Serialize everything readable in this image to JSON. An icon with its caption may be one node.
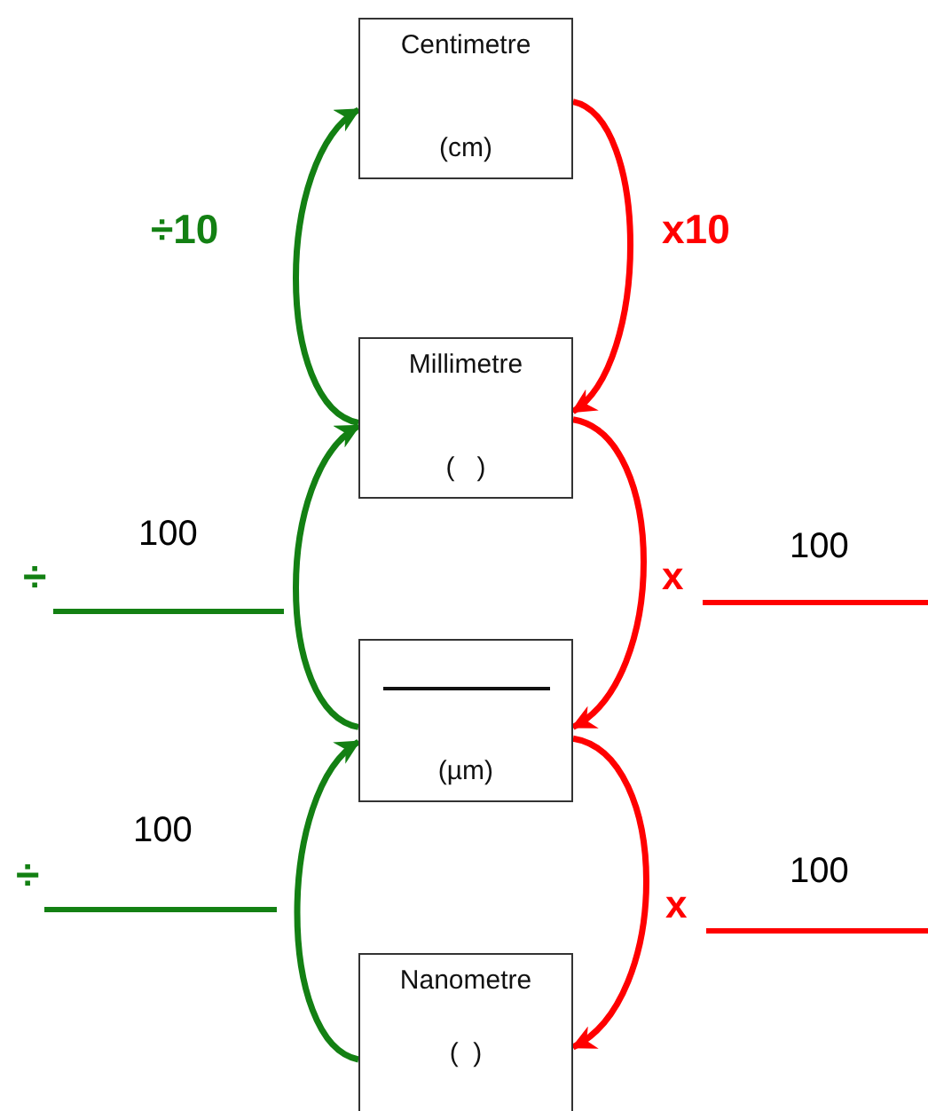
{
  "diagram": {
    "nodes": [
      {
        "text": [
          "Centimetre",
          "(cm)"
        ]
      },
      {
        "text": [
          "Millimetre",
          "(   )"
        ]
      },
      {
        "text": [
          "(µm)"
        ]
      },
      {
        "text": [
          "Nanometre",
          "(  )"
        ]
      }
    ],
    "edges": [
      {
        "from": 1,
        "to": 0,
        "arrow": "to",
        "label": "÷10",
        "color": "#138013"
      },
      {
        "from": 0,
        "to": 1,
        "arrow": "to",
        "label": "x10",
        "color": "#ff0000"
      },
      {
        "from": 2,
        "to": 1,
        "arrow": "to",
        "color": "#138013"
      },
      {
        "from": 1,
        "to": 2,
        "arrow": "to",
        "color": "#ff0000"
      },
      {
        "from": 3,
        "to": 2,
        "arrow": "to",
        "color": "#138013"
      },
      {
        "from": 2,
        "to": 3,
        "arrow": "to",
        "color": "#ff0000"
      }
    ],
    "labels": [
      "100",
      "÷",
      "x",
      "100",
      "100",
      "÷",
      "x",
      "100"
    ]
  }
}
